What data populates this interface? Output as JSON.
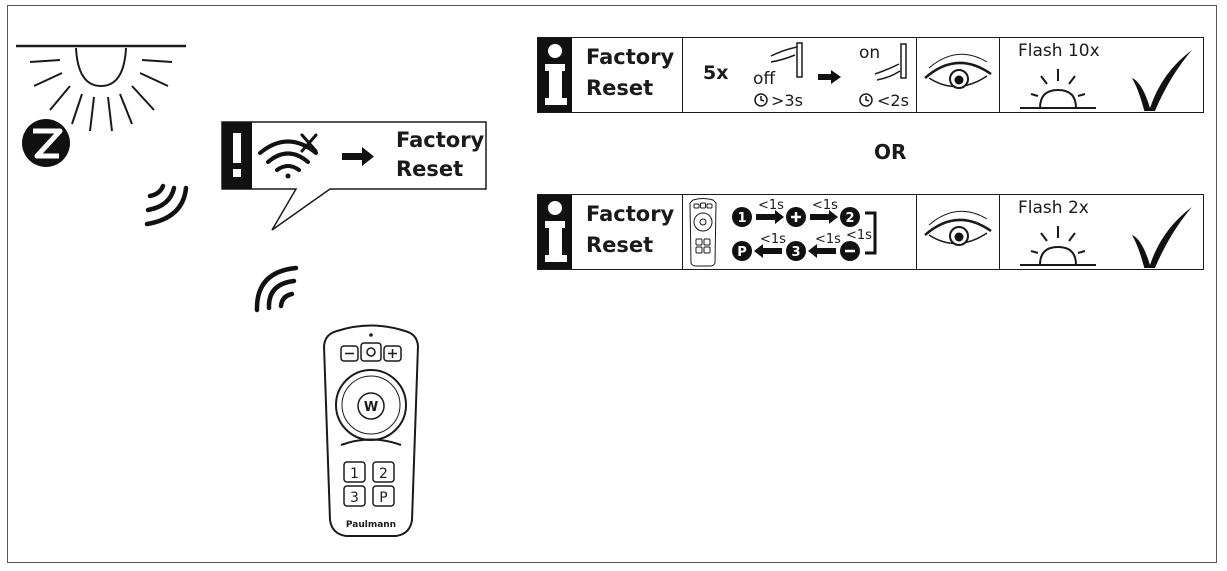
{
  "diagram": {
    "callout": {
      "title_line1": "Factory",
      "title_line2": "Reset"
    },
    "remote": {
      "brand": "Paulmann",
      "center_label": "W",
      "keys": [
        "1",
        "2",
        "3",
        "P"
      ]
    },
    "row1": {
      "title_line1": "Factory",
      "title_line2": "Reset",
      "repeat": "5x",
      "off_label": "off",
      "off_time": ">3s",
      "on_label": "on",
      "on_time": "<2s",
      "flash": "Flash 10x"
    },
    "separator": "OR",
    "row2": {
      "title_line1": "Factory",
      "title_line2": "Reset",
      "step1": "1",
      "step2": "2",
      "step3": "3",
      "step_p": "P",
      "timing": "<1s",
      "flash": "Flash 2x"
    }
  }
}
